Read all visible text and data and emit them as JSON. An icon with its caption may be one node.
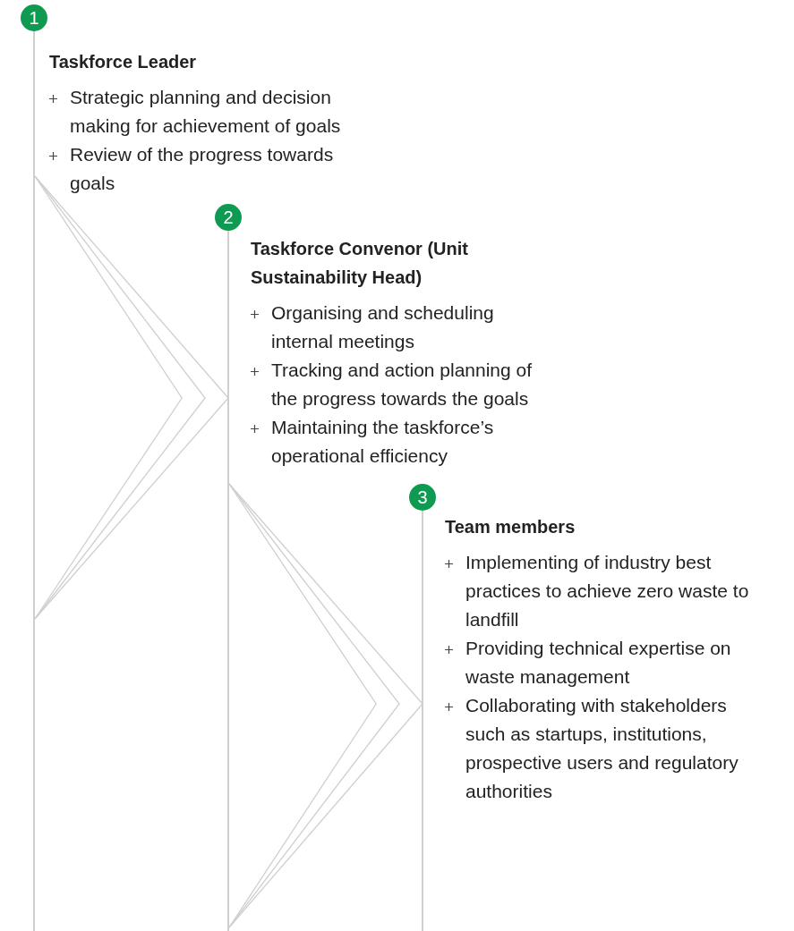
{
  "diagram": {
    "nodes": [
      {
        "text": [
          "1"
        ]
      },
      {
        "text": [
          "Taskforce Leader",
          "Strategic planning and decision making for achievement of goals",
          "Review of the progress towards goals"
        ]
      },
      {
        "text": [
          "2"
        ]
      },
      {
        "text": [
          "Taskforce Convenor (Unit Sustainability Head)",
          "Organising and scheduling internal meetings",
          "Tracking and action planning of the progress towards the goals",
          "Maintaining the taskforce’s operational efficiency"
        ]
      },
      {
        "text": [
          "3"
        ]
      },
      {
        "text": [
          "Team members",
          "Implementing of industry best practices to achieve zero waste to landfill",
          "Providing technical expertise on waste management",
          "Collaborating with stakeholders such as startups, institutions, prospective users and regulatory authorities"
        ]
      },
      {
        "text": [],
        "shape": "bar"
      },
      {
        "text": [],
        "shape": "bar"
      },
      {
        "text": [],
        "shape": "bar"
      }
    ],
    "edges": [
      {
        "from": 6,
        "to": 7,
        "arrow": "none"
      },
      {
        "from": 7,
        "to": 8,
        "arrow": "none"
      }
    ]
  }
}
